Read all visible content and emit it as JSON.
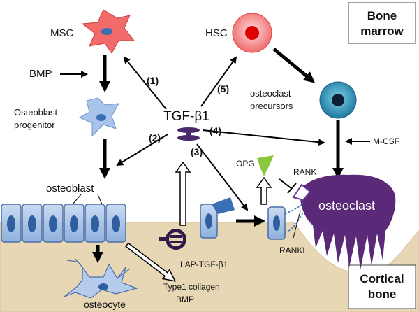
{
  "regions": {
    "bone_marrow": "Bone marrow",
    "cortical_bone": "Cortical bone"
  },
  "cells": {
    "msc": "MSC",
    "hsc": "HSC",
    "osteoblast_progenitor": "Osteoblast progenitor",
    "osteoclast_precursors": "osteoclast precursors",
    "osteoblast": "osteoblast",
    "osteoclast": "osteoclast",
    "osteocyte": "osteocyte"
  },
  "factors": {
    "bmp": "BMP",
    "tgf_b1": "TGF-β1",
    "m_csf": "M-CSF",
    "opg": "OPG",
    "rank": "RANK",
    "rankl": "RANKL",
    "lap_tgf_b1": "LAP-TGF-β1",
    "type1_collagen": "Type1 collagen",
    "bmp_matrix": "BMP"
  },
  "pathway_numbers": {
    "p1": "(1)",
    "p2": "(2)",
    "p3": "(3)",
    "p4": "(4)",
    "p5": "(5)"
  },
  "colors": {
    "msc": "#f05a5a",
    "hsc": "#e63030",
    "progenitor": "#a8c4ea",
    "precursor": "#2f8db0",
    "osteoblast": "#a7c3e6",
    "osteoclast": "#5a2a78",
    "bone": "#e8d7b5",
    "opg": "#8cc63f"
  }
}
